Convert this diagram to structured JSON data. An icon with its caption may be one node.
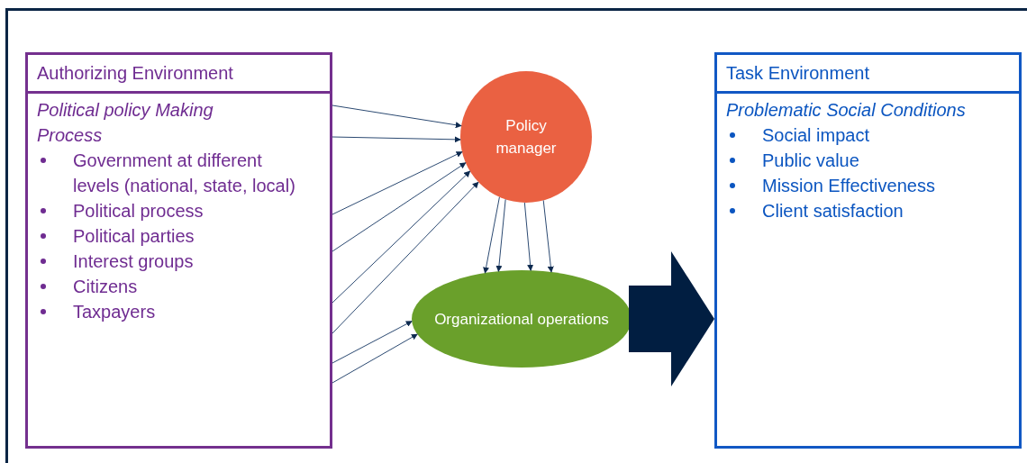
{
  "diagram": {
    "nodes": [
      {
        "text": [
          "Authorizing Environment",
          "Political policy Making Process",
          "Government at different levels (national, state, local)",
          "Political process",
          "Political parties",
          "Interest groups",
          "Citizens",
          "Taxpayers"
        ]
      },
      {
        "text": [
          "Policy manager"
        ]
      },
      {
        "text": [
          "Organizational operations"
        ]
      },
      {
        "text": [
          "Task Environment",
          "Problematic Social Conditions",
          "Social impact",
          "Public value",
          "Mission Effectiveness",
          "Client satisfaction"
        ]
      }
    ],
    "edges": [
      {
        "from": 0,
        "to": 1,
        "arrow": "to"
      },
      {
        "from": 0,
        "to": 1,
        "arrow": "to"
      },
      {
        "from": 0,
        "to": 1,
        "arrow": "to"
      },
      {
        "from": 0,
        "to": 1,
        "arrow": "to"
      },
      {
        "from": 0,
        "to": 1,
        "arrow": "to"
      },
      {
        "from": 0,
        "to": 1,
        "arrow": "to"
      },
      {
        "from": 0,
        "to": 2,
        "arrow": "to"
      },
      {
        "from": 0,
        "to": 2,
        "arrow": "to"
      },
      {
        "from": 1,
        "to": 2,
        "arrow": "to"
      },
      {
        "from": 1,
        "to": 2,
        "arrow": "to"
      },
      {
        "from": 1,
        "to": 2,
        "arrow": "to"
      },
      {
        "from": 1,
        "to": 2,
        "arrow": "to"
      },
      {
        "from": 2,
        "to": 3,
        "arrow": "to",
        "style": "thick",
        "color": "#011e41"
      }
    ]
  }
}
